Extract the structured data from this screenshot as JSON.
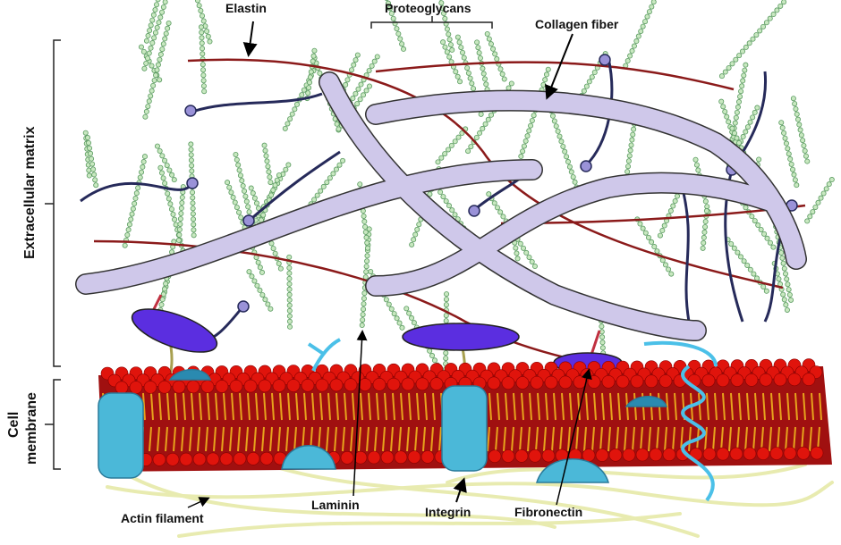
{
  "labels": {
    "elastin": "Elastin",
    "proteoglycans": "Proteoglycans",
    "collagen_fiber": "Collagen fiber",
    "extracellular_matrix": "Extracellular matrix",
    "cell_membrane_line1": "Cell",
    "cell_membrane_line2": "membrane",
    "actin_filament": "Actin filament",
    "laminin": "Laminin",
    "integrin": "Integrin",
    "fibronectin": "Fibronectin"
  },
  "colors": {
    "collagen": "#cfc8ea",
    "elastin": "#8b1a1a",
    "chain": "#262a5a",
    "proteoglycan": "#9fd3a0",
    "lipid_head": "#e0140c",
    "lipid_tail": "#e6a21c",
    "protein": "#4bb8d8",
    "adhesion": "#5b2ee0",
    "actin": "#eef0b8"
  }
}
